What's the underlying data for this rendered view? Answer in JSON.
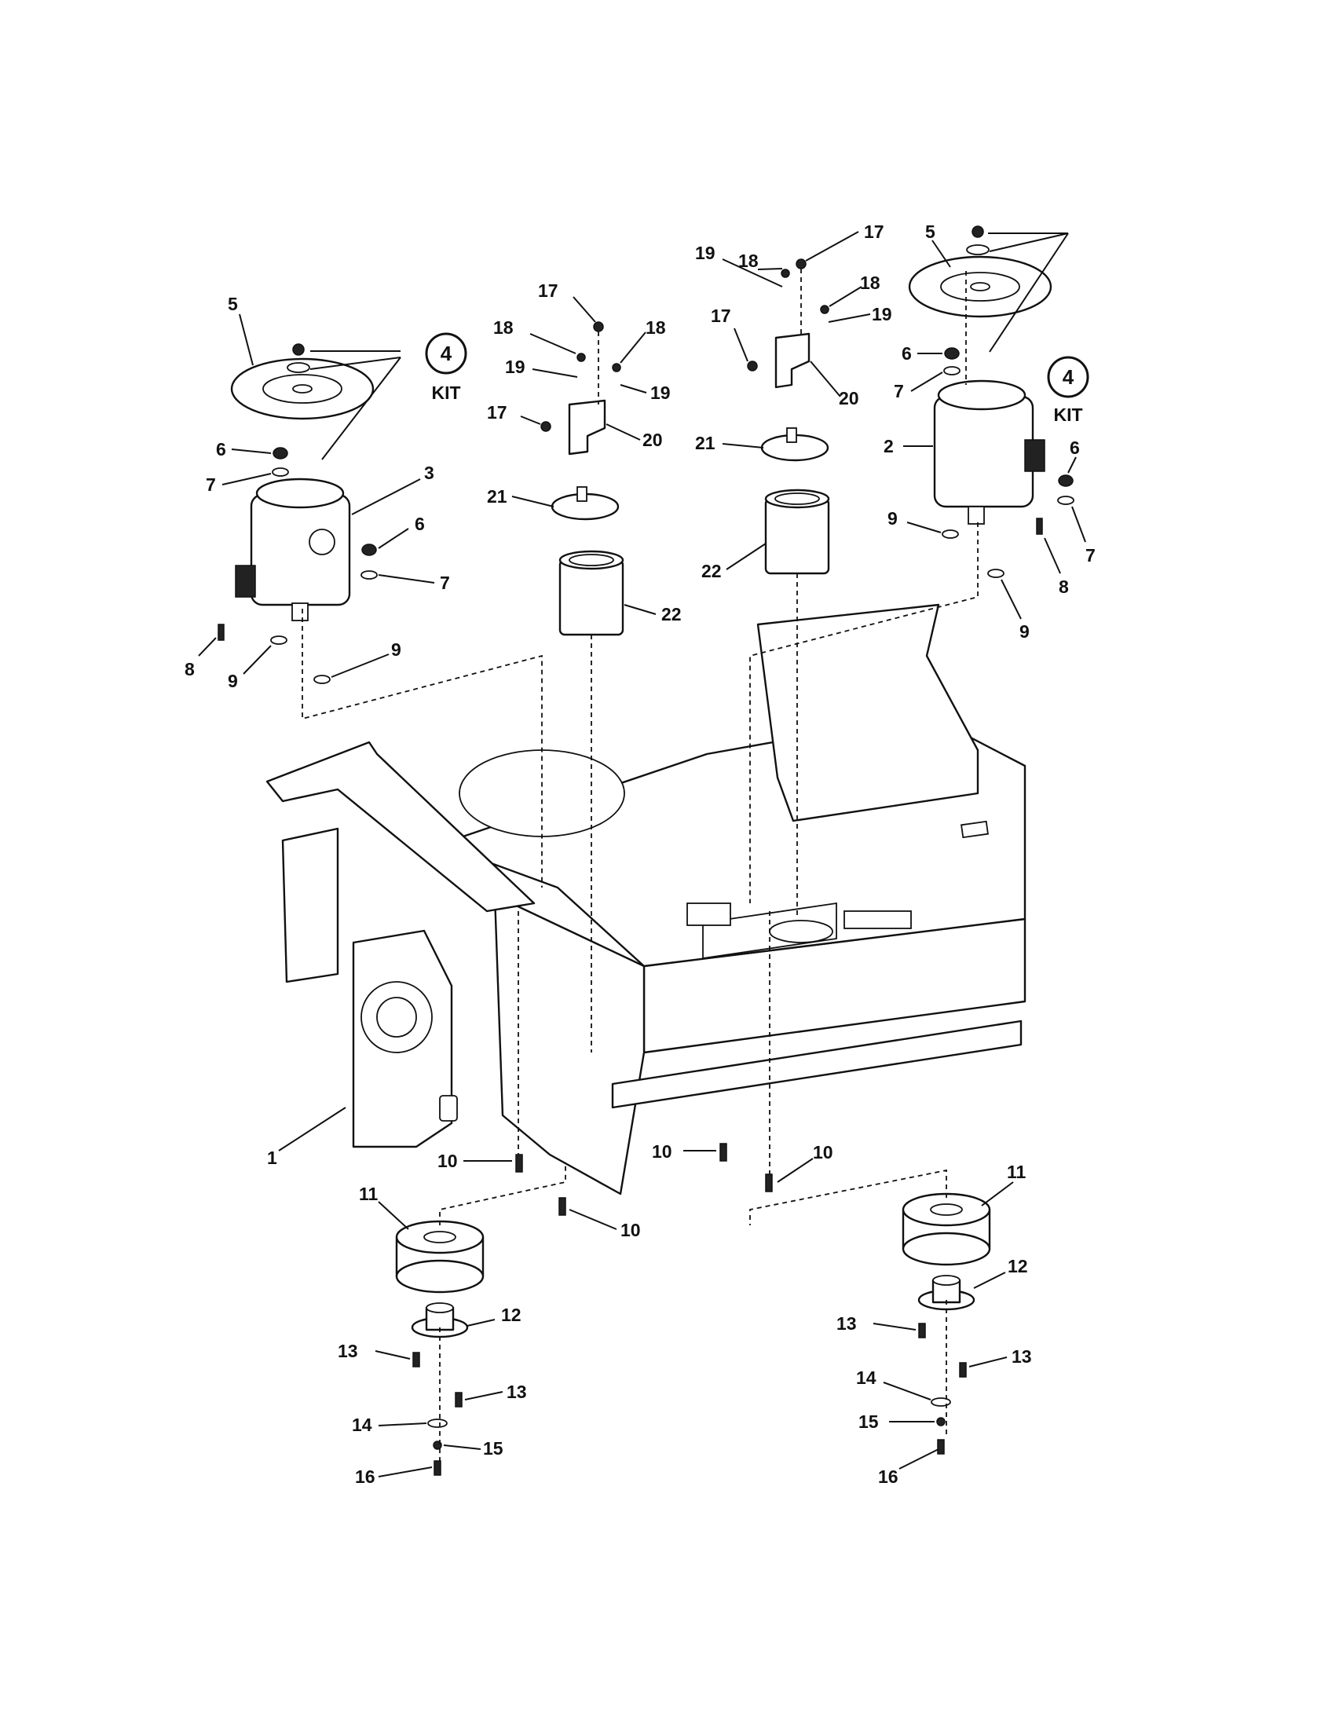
{
  "diagram": {
    "kit_number": "4",
    "kit_label": "KIT",
    "callouts": [
      "1",
      "2",
      "3",
      "5",
      "6",
      "7",
      "8",
      "9",
      "10",
      "11",
      "12",
      "13",
      "14",
      "15",
      "16",
      "17",
      "18",
      "19",
      "20",
      "21",
      "22"
    ]
  }
}
